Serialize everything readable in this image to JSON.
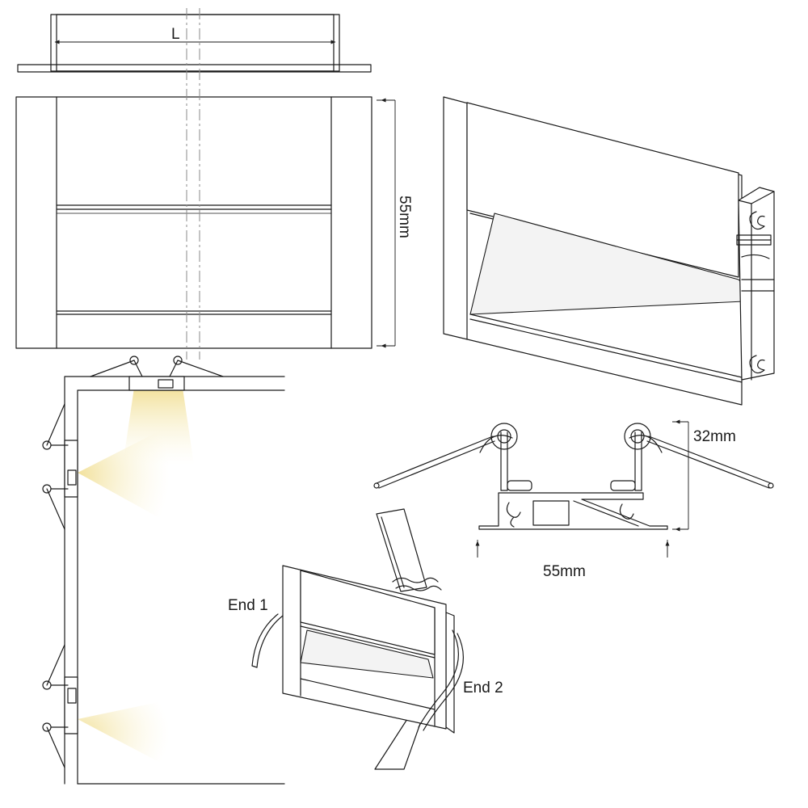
{
  "labels": {
    "length": "L",
    "height_dim": "55mm",
    "depth_dim": "32mm",
    "width_dim": "55mm",
    "end1": "End 1",
    "end2": "End 2"
  },
  "colors": {
    "line": "#1a1a1a",
    "axis": "#8a8a8a",
    "light_beam": "#f3e6a8"
  }
}
